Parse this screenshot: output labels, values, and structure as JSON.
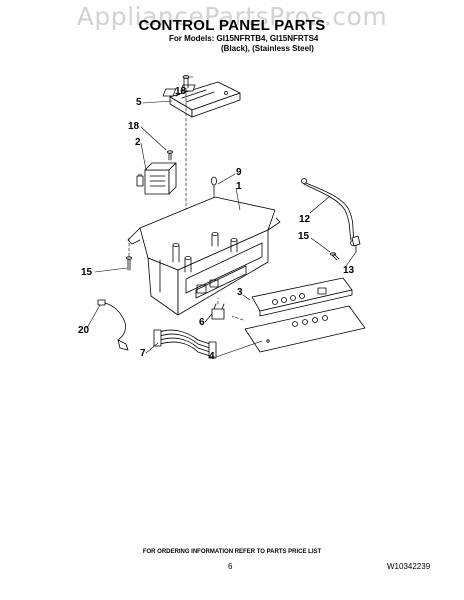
{
  "watermark": "AppliancePartsPros.com",
  "header": {
    "title": "CONTROL PANEL PARTS",
    "models": "For Models: GI15NFRTB4, GI15NFRTS4",
    "variants": "(Black),   (Stainless Steel)"
  },
  "callouts": {
    "c18a": "18",
    "c5": "5",
    "c18b": "18",
    "c2": "2",
    "c9": "9",
    "c1": "1",
    "c12": "12",
    "c15a": "15",
    "c13": "13",
    "c15b": "15",
    "c3": "3",
    "c20": "20",
    "c6": "6",
    "c7": "7",
    "c4": "4"
  },
  "footer": {
    "note": "FOR ORDERING INFORMATION REFER TO PARTS PRICE LIST",
    "page": "6",
    "doc": "W10342239"
  }
}
